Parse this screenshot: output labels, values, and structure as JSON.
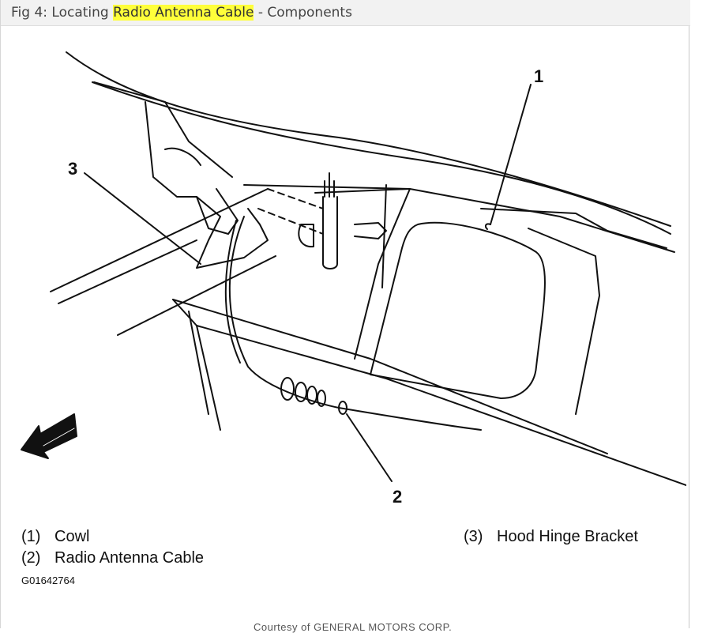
{
  "title": {
    "prefix": "Fig 4: Locating ",
    "highlight": "Radio Antenna Cable",
    "suffix": " - Components"
  },
  "callouts": [
    "1",
    "2",
    "3"
  ],
  "legend": [
    {
      "num": "(1)",
      "label": "Cowl"
    },
    {
      "num": "(2)",
      "label": "Radio Antenna Cable"
    },
    {
      "num": "(3)",
      "label": "Hood Hinge Bracket"
    }
  ],
  "figure_code": "G01642764",
  "courtesy": "Courtesy of GENERAL MOTORS CORP.",
  "colors": {
    "highlight": "#ffff3a",
    "titlebar": "#f2f2f2",
    "line": "#111111"
  }
}
